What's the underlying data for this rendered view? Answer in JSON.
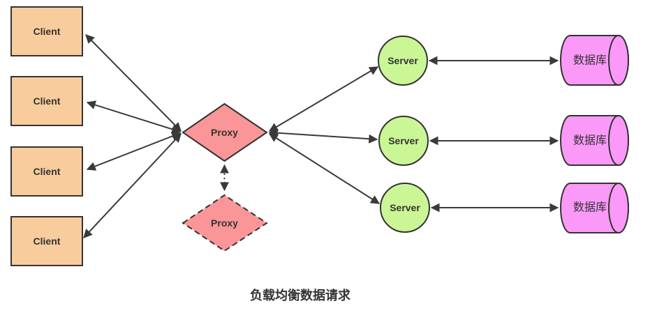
{
  "title": "负载均衡数据请求",
  "colors": {
    "client_fill": "#F9CC9D",
    "proxy_fill": "#FA9698",
    "server_fill": "#CAF696",
    "db_fill": "#FA99F8",
    "border": "#333333",
    "arrow": "#3A3A3A",
    "text": "#333333"
  },
  "nodes": {
    "clients": [
      {
        "label": "Client"
      },
      {
        "label": "Client"
      },
      {
        "label": "Client"
      },
      {
        "label": "Client"
      }
    ],
    "proxy": {
      "label": "Proxy"
    },
    "proxy_backup": {
      "label": "Proxy"
    },
    "servers": [
      {
        "label": "Server"
      },
      {
        "label": "Server"
      },
      {
        "label": "Server"
      }
    ],
    "databases": [
      {
        "label": "数据库"
      },
      {
        "label": "数据库"
      },
      {
        "label": "数据库"
      }
    ]
  }
}
